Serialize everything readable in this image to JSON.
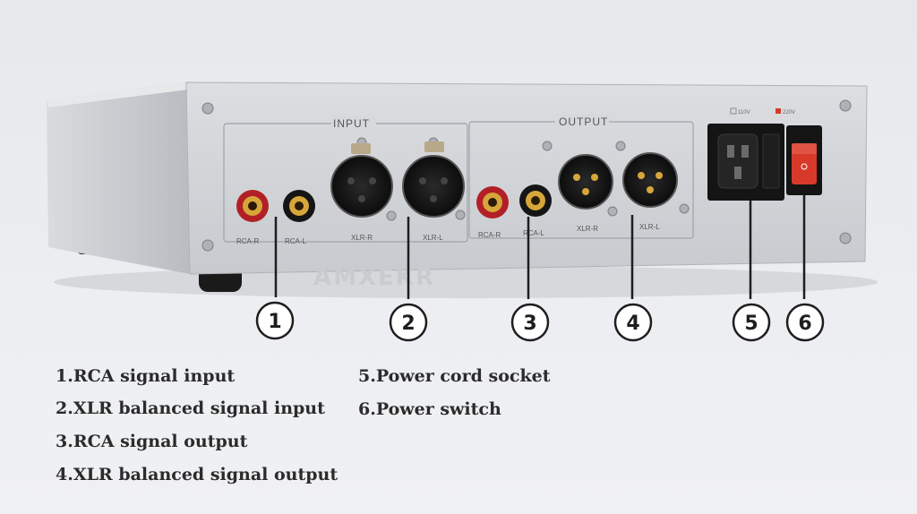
{
  "device": {
    "input_label": "INPUT",
    "output_label": "OUTPUT",
    "input_ports": [
      "RCA-R",
      "RCA-L",
      "XLR-R",
      "XLR-L"
    ],
    "output_ports": [
      "RCA-R",
      "RCA-L",
      "XLR-R",
      "XLR-L"
    ],
    "voltage_110": "110V",
    "voltage_220": "220V",
    "watermark": "AMXEKR"
  },
  "callouts": [
    "1",
    "2",
    "3",
    "4",
    "5",
    "6"
  ],
  "legend": [
    "1.RCA signal input",
    "2.XLR balanced signal input",
    "3.RCA signal output",
    "4.XLR balanced signal output",
    "5.Power cord socket",
    "6.Power switch"
  ],
  "colors": {
    "chassis": "#cfd2d6",
    "rca_red": "#c8222a",
    "gold": "#d6a63a",
    "switch_red": "#d83a2a"
  }
}
